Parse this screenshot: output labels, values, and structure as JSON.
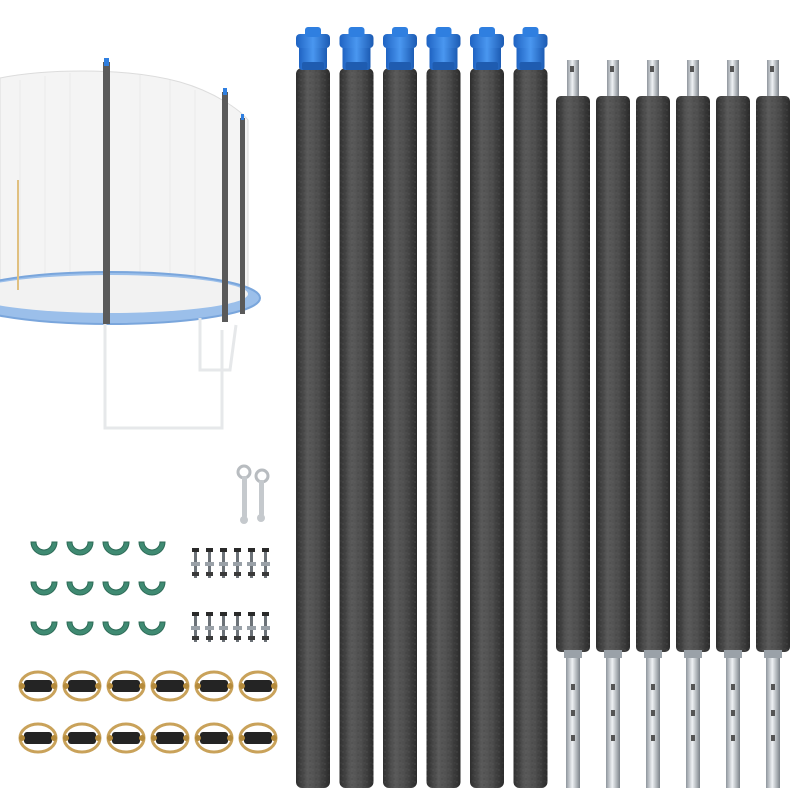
{
  "image": {
    "colors": {
      "background": "#ffffff",
      "foam": "#4a4a4a",
      "foam_dark": "#363636",
      "cap_blue": "#2f7fe0",
      "steel": "#c7ccd1",
      "steel_dark": "#8f969d",
      "clip_green": "#3f8a72",
      "trampoline_blue": "#8fb7e8",
      "net": "#d9d9d9"
    },
    "objects": {
      "trampoline_preview": "trampoline-with-enclosure-net",
      "poles_with_caps": 6,
      "poles_with_steel_ends": 6,
      "spanner_tools": 2,
      "green_clips": 12,
      "bolt_sets": 12,
      "u_clamps": 12
    }
  }
}
